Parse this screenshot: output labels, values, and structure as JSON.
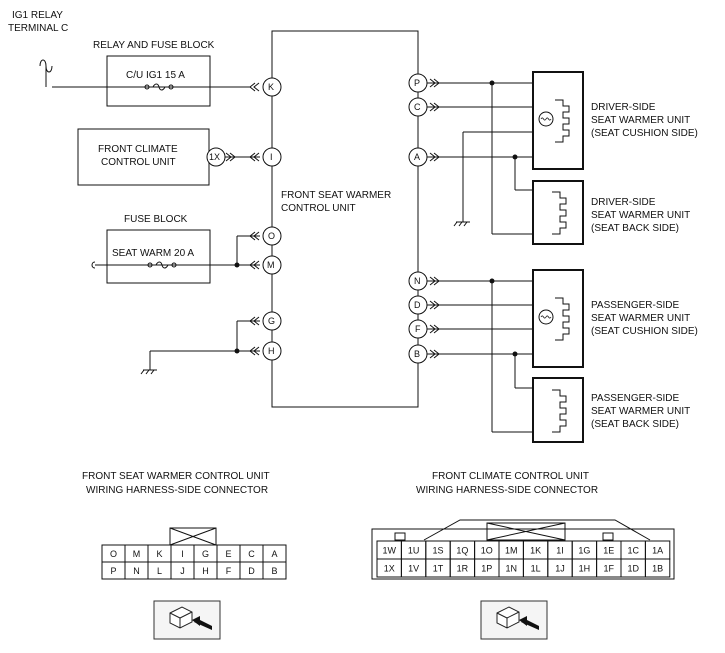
{
  "relay_source": {
    "line1": "IG1 RELAY",
    "line2": "TERMINAL C"
  },
  "relay_fuse_block": {
    "title": "RELAY AND FUSE BLOCK",
    "fuse": "C/U IG1 15 A"
  },
  "climate_unit": {
    "line1": "FRONT CLIMATE",
    "line2": "CONTROL UNIT",
    "pin": "1X"
  },
  "fuse_block": {
    "title": "FUSE BLOCK",
    "fuse": "SEAT WARM 20 A"
  },
  "control_unit": {
    "line1": "FRONT SEAT WARMER",
    "line2": "CONTROL UNIT"
  },
  "left_terminals": [
    "K",
    "I",
    "O",
    "M",
    "G",
    "H"
  ],
  "right_terminals": [
    "P",
    "C",
    "A",
    "N",
    "D",
    "F",
    "B"
  ],
  "units": [
    {
      "line1": "DRIVER-SIDE",
      "line2": "SEAT WARMER UNIT",
      "line3": "(SEAT CUSHION SIDE)"
    },
    {
      "line1": "DRIVER-SIDE",
      "line2": "SEAT WARMER UNIT",
      "line3": "(SEAT BACK SIDE)"
    },
    {
      "line1": "PASSENGER-SIDE",
      "line2": "SEAT WARMER UNIT",
      "line3": "(SEAT CUSHION SIDE)"
    },
    {
      "line1": "PASSENGER-SIDE",
      "line2": "SEAT WARMER UNIT",
      "line3": "(SEAT BACK SIDE)"
    }
  ],
  "connector_left": {
    "title1": "FRONT SEAT WARMER CONTROL UNIT",
    "title2": "WIRING HARNESS-SIDE CONNECTOR",
    "row1": [
      "O",
      "M",
      "K",
      "I",
      "G",
      "E",
      "C",
      "A"
    ],
    "row2": [
      "P",
      "N",
      "L",
      "J",
      "H",
      "F",
      "D",
      "B"
    ]
  },
  "connector_right": {
    "title1": "FRONT CLIMATE CONTROL UNIT",
    "title2": "WIRING HARNESS-SIDE CONNECTOR",
    "row1": [
      "1W",
      "1U",
      "1S",
      "1Q",
      "1O",
      "1M",
      "1K",
      "1I",
      "1G",
      "1E",
      "1C",
      "1A"
    ],
    "row2": [
      "1X",
      "1V",
      "1T",
      "1R",
      "1P",
      "1N",
      "1L",
      "1J",
      "1H",
      "1F",
      "1D",
      "1B"
    ]
  },
  "colors": {
    "line": "#111111",
    "background": "#ffffff"
  }
}
